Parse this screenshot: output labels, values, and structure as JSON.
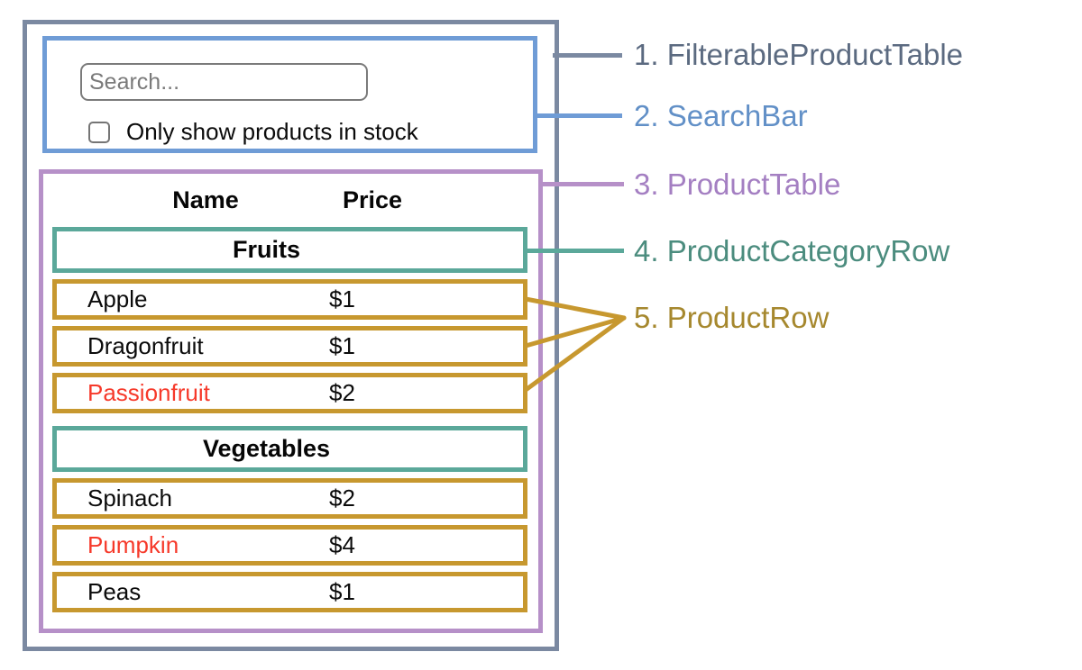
{
  "diagram": {
    "search": {
      "placeholder": "Search...",
      "checkbox_label": "Only show products in stock",
      "checkbox_checked": false
    },
    "table": {
      "columns": [
        "Name",
        "Price"
      ],
      "sections": [
        {
          "category": "Fruits",
          "rows": [
            {
              "name": "Apple",
              "price": "$1",
              "out_of_stock": false
            },
            {
              "name": "Dragonfruit",
              "price": "$1",
              "out_of_stock": false
            },
            {
              "name": "Passionfruit",
              "price": "$2",
              "out_of_stock": true
            }
          ]
        },
        {
          "category": "Vegetables",
          "rows": [
            {
              "name": "Spinach",
              "price": "$2",
              "out_of_stock": false
            },
            {
              "name": "Pumpkin",
              "price": "$4",
              "out_of_stock": true
            },
            {
              "name": "Peas",
              "price": "$1",
              "out_of_stock": false
            }
          ]
        }
      ]
    }
  },
  "legend": [
    {
      "label": "1. FilterableProductTable",
      "color": "#5b6a80"
    },
    {
      "label": "2. SearchBar",
      "color": "#6290c7"
    },
    {
      "label": "3. ProductTable",
      "color": "#a47fc2"
    },
    {
      "label": "4. ProductCategoryRow",
      "color": "#4b8c7e"
    },
    {
      "label": "5. ProductRow",
      "color": "#a6882e"
    }
  ],
  "colors": {
    "filterable_product_table_border": "#7b89a1",
    "search_bar_border": "#6f9cd6",
    "product_table_border": "#b690c8",
    "category_row_border": "#5ba89a",
    "product_row_border": "#c7982f",
    "out_of_stock_text": "#f6392a"
  }
}
